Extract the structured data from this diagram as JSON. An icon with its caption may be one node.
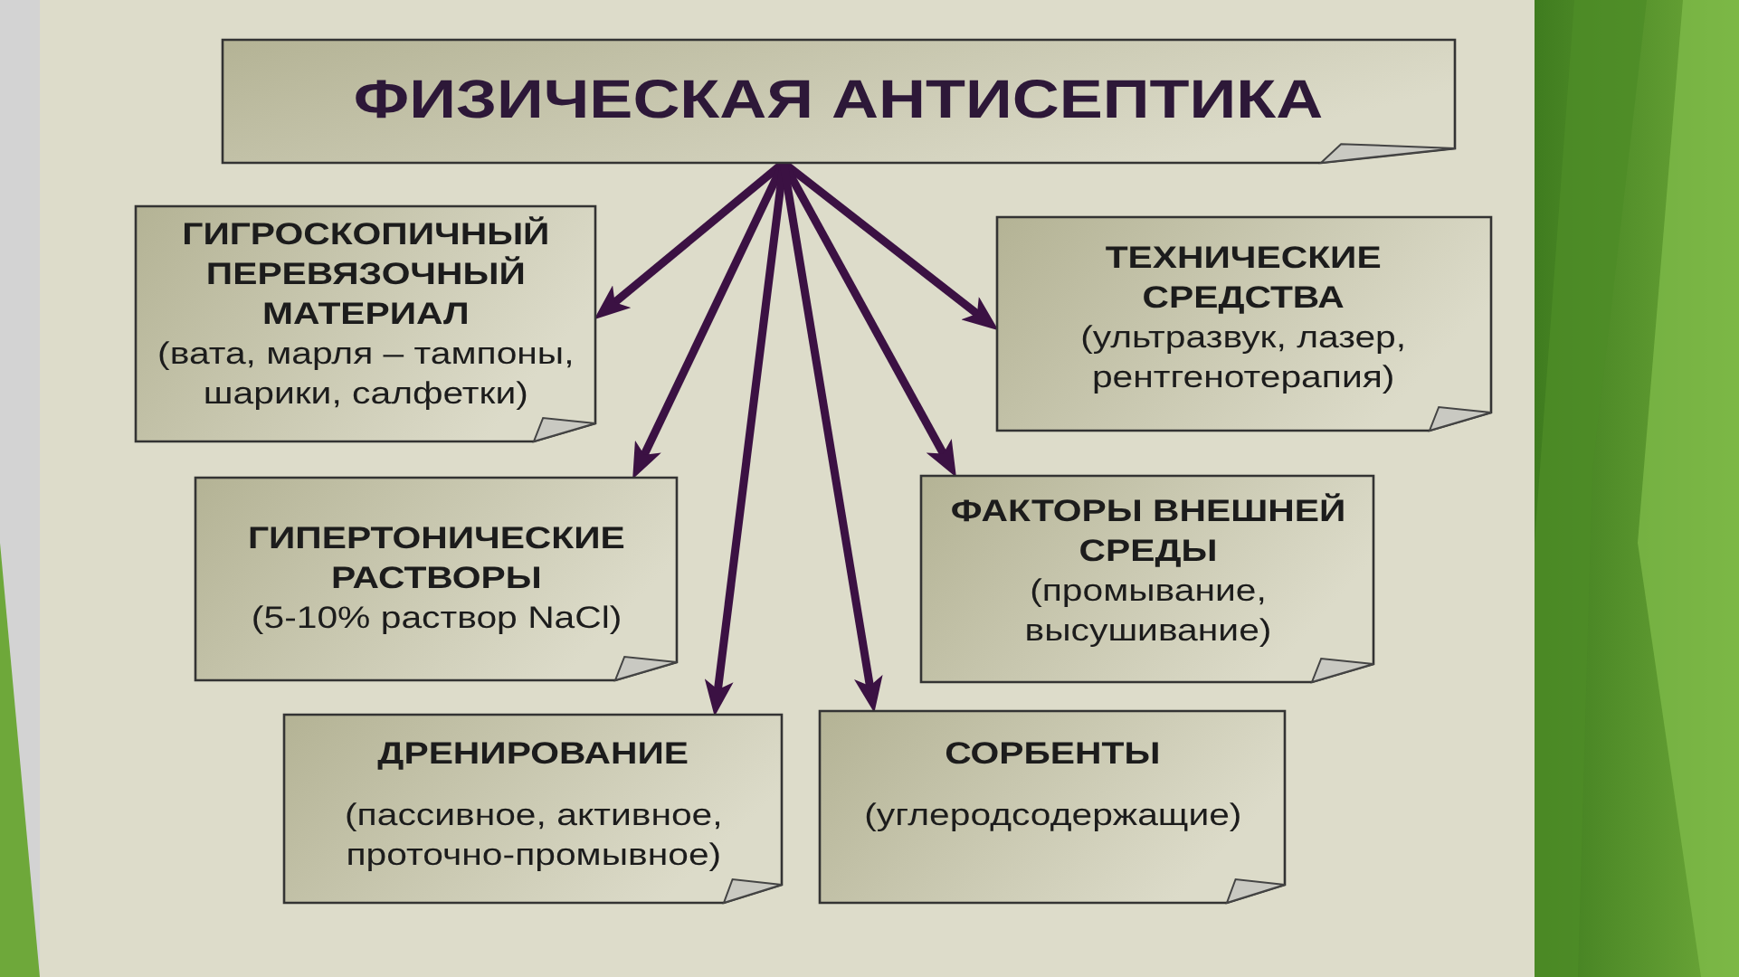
{
  "diagram": {
    "nodes": [
      {
        "text": [
          "ФИЗИЧЕСКАЯ АНТИСЕПТИКА"
        ]
      },
      {
        "text": [
          "ГИГРОСКОПИЧНЫЙ ПЕРЕВЯЗОЧНЫЙ МАТЕРИАЛ",
          "(вата, марля – тампоны, шарики, салфетки)"
        ]
      },
      {
        "text": [
          "ТЕХНИЧЕСКИЕ СРЕДСТВА",
          "(ультразвук, лазер, рентгенотерапия)"
        ]
      },
      {
        "text": [
          "ГИПЕРТОНИЧЕСКИЕ РАСТВОРЫ",
          "(5-10% раствор NaCl)"
        ]
      },
      {
        "text": [
          "ФАКТОРЫ ВНЕШНЕЙ СРЕДЫ",
          "(промывание, высушивание)"
        ]
      },
      {
        "text": [
          "ДРЕНИРОВАНИЕ",
          "(пассивное, активное, проточно-промывное)"
        ]
      },
      {
        "text": [
          "СОРБЕНТЫ",
          "(углеродсодержащие)"
        ]
      }
    ],
    "edges": [
      {
        "from": 0,
        "to": 1,
        "arrow": "to"
      },
      {
        "from": 0,
        "to": 2,
        "arrow": "to"
      },
      {
        "from": 0,
        "to": 3,
        "arrow": "to"
      },
      {
        "from": 0,
        "to": 4,
        "arrow": "to"
      },
      {
        "from": 0,
        "to": 5,
        "arrow": "to"
      },
      {
        "from": 0,
        "to": 6,
        "arrow": "to"
      }
    ]
  }
}
